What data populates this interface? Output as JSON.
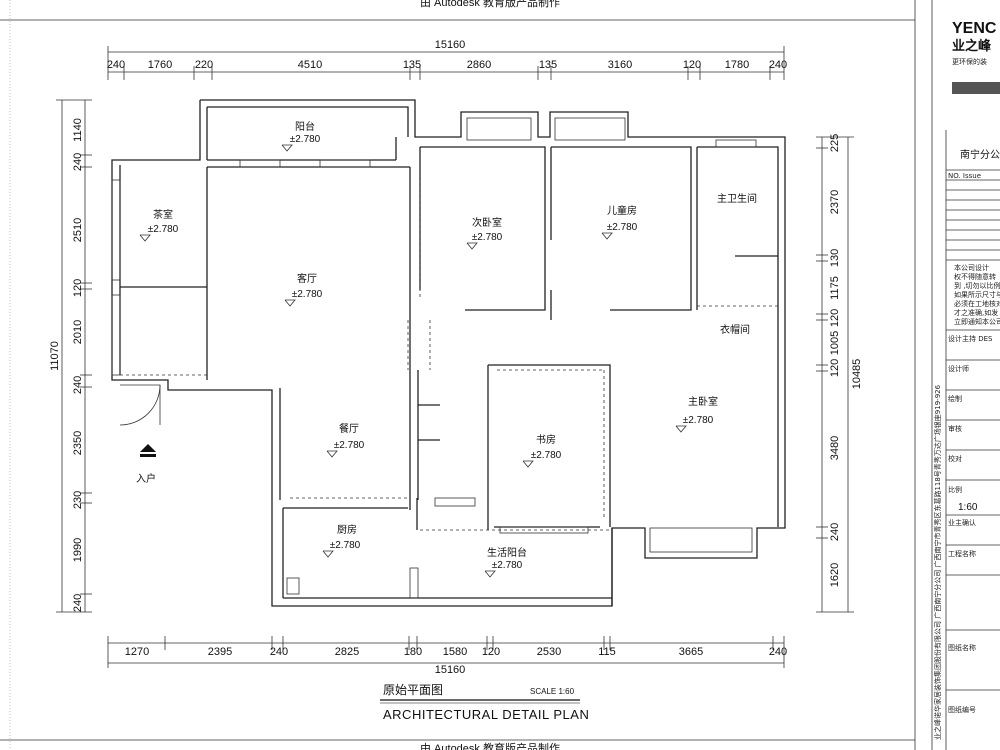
{
  "header": {
    "top_text": "由 Autodesk 教育版产品制作",
    "bottom_text": "由 Autodesk 教育版产品制作"
  },
  "dimensions": {
    "top_total": "15160",
    "top_segments": [
      "240",
      "1760",
      "220",
      "4510",
      "135",
      "2860",
      "135",
      "3160",
      "120",
      "1780",
      "240"
    ],
    "bottom_total": "15160",
    "bottom_segments": [
      "1270",
      "2395",
      "240",
      "2825",
      "180",
      "1580",
      "120",
      "2530",
      "115",
      "3665",
      "240"
    ],
    "left_total": "11070",
    "left_segments": [
      "1140",
      "240",
      "2510",
      "120",
      "2010",
      "240",
      "2350",
      "230",
      "1990",
      "240"
    ],
    "right_total": "10485",
    "right_segments": [
      "225",
      "2370",
      "130",
      "1175",
      "120",
      "1005",
      "120",
      "3480",
      "240",
      "1620"
    ]
  },
  "rooms": [
    {
      "name": "阳台",
      "elev": "±2.780"
    },
    {
      "name": "茶室",
      "elev": "±2.780"
    },
    {
      "name": "客厅",
      "elev": "±2.780"
    },
    {
      "name": "次卧室",
      "elev": "±2.780"
    },
    {
      "name": "儿童房",
      "elev": "±2.780"
    },
    {
      "name": "主卫生间",
      "elev": ""
    },
    {
      "name": "衣帽间",
      "elev": ""
    },
    {
      "name": "主卧室",
      "elev": "±2.780"
    },
    {
      "name": "书房",
      "elev": "±2.780"
    },
    {
      "name": "餐厅",
      "elev": "±2.780"
    },
    {
      "name": "厨房",
      "elev": "±2.780"
    },
    {
      "name": "生活阳台",
      "elev": "±2.780"
    }
  ],
  "entry_label": "入户",
  "drawing_title": {
    "cn": "原始平面图",
    "scale": "SCALE 1:60",
    "en": "ARCHITECTURAL DETAIL PLAN"
  },
  "title_block": {
    "logo": "YENC",
    "logo_cn": "业之峰",
    "slogan": "更环保的装",
    "branch": "南宁分公",
    "vertical_text": "业之峰诺华家居装饰集团股份有限公司 广西南宁分公司 广西南宁市青秀区东葛路118号青秀万达广场银座919-926",
    "issue_header": "NO.  Issue",
    "note_lines": [
      "本公司设计",
      "权不得随意转",
      "到 ,切勿以比例量",
      "如果所示尺寸与",
      "必须在工地核对",
      "才之准确,如发",
      "立即通知本公司"
    ],
    "fields": [
      "设计主持  DES",
      "设计师",
      "绘制",
      "审核",
      "校对",
      "比例",
      "工程名称",
      "图纸名称",
      "图纸编号"
    ],
    "scale_value": "1:60",
    "owner_confirm": "业主确认"
  }
}
